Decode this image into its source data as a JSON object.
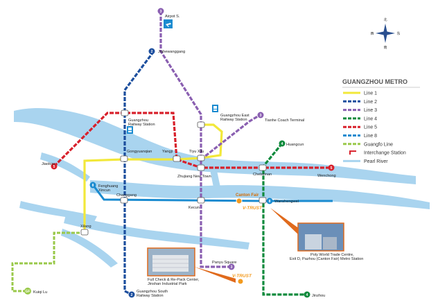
{
  "title": "GUANGZHOU METRO",
  "legend": [
    {
      "label": "Line 1",
      "color": "#f2e83a"
    },
    {
      "label": "Line 2",
      "color": "#1d4f9e"
    },
    {
      "label": "Line 3",
      "color": "#8a5fb1"
    },
    {
      "label": "Line 4",
      "color": "#0f8a3c"
    },
    {
      "label": "Line 5",
      "color": "#d8202b"
    },
    {
      "label": "Line 8",
      "color": "#1a8bd0"
    },
    {
      "label": "Guangfo Line",
      "color": "#9ac94a"
    },
    {
      "label": "Interchange Station",
      "color": "#d8202b"
    },
    {
      "label": "Pearl River",
      "color": "#a9d4ef"
    }
  ],
  "compass": {
    "north": "北",
    "south": "南",
    "east": "东",
    "west": "西"
  },
  "stations": {
    "airport_s": "Airpot S.",
    "jiahewanggang": "Jiahewanggang",
    "guangzhou_rs": [
      "Guangzhou",
      "Railway Station"
    ],
    "guangzhou_east": [
      "Guangzhou East",
      "Railway Station"
    ],
    "tianhe_coach": "Tianhe Coach Terminal",
    "huangcun": "Huangcun",
    "jiaokou": "Jiaokou",
    "gongyuanqian": "Gongyuanqian",
    "yangji": "Yangji",
    "tiyu_xilu": "Tiyu Xilu",
    "zhujiang_new_town": "Zhujiang New Town",
    "chebeinan": "Chebeinan",
    "wenchong": "Wenchong",
    "fenghuang_xincun": [
      "Fenghuang",
      "Xincun"
    ],
    "changgang": "Changgang",
    "kecun": "Kecun",
    "canton_fair": "Canton Fair",
    "wanshengwei": "Wanshengwei",
    "xilang": "Xilang",
    "panyu_square": "Panyu Square",
    "kuiqi_lu": "Kuiqi Lu",
    "gz_south": [
      "Guangzhou South",
      "Railway Station"
    ],
    "jinzhou": "Jinzhou"
  },
  "callouts": {
    "poly": [
      "Poly World Trade Centre,",
      "Exit D, Pazhou (Canton Fair) Metro Station"
    ],
    "jinshan": [
      "Full Check & Re-Pack Center,",
      "Jinshan Industrial Park"
    ],
    "vtrust": "V-TRUST"
  },
  "line_numbers": {
    "airport": "3",
    "jiahe": "2",
    "tianhe": "3",
    "huangcun": "4",
    "jiaokou": "5",
    "wenchong": "5",
    "fenghuang": "8",
    "wansheng": "8",
    "panyu": "3",
    "kuiqi": "GF",
    "gzsouth": "2",
    "jinzhou": "4"
  }
}
